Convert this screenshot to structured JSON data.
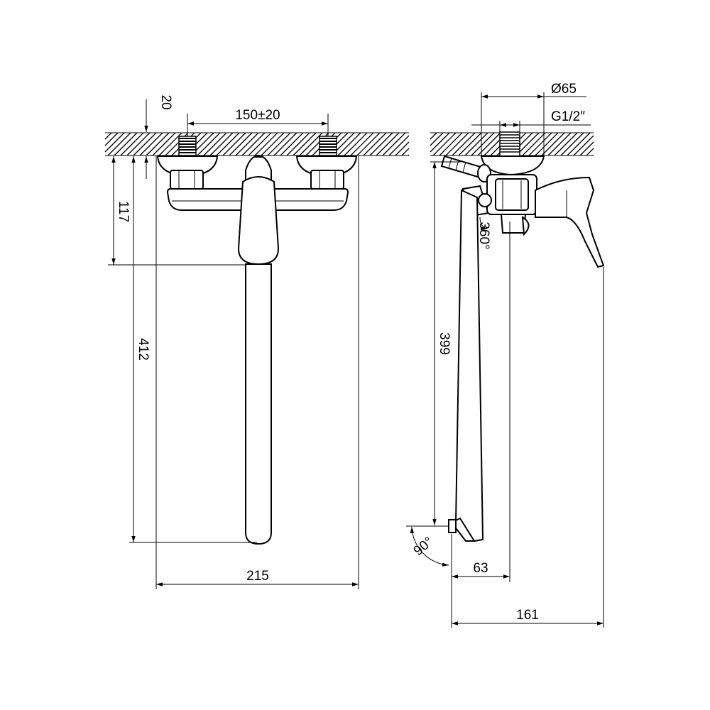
{
  "front_view": {
    "dims": {
      "wall_offset": "20",
      "inlet_spacing": "150±20",
      "handle_height": "117",
      "total_height": "412",
      "total_width": "215"
    }
  },
  "side_view": {
    "dims": {
      "flange_diameter": "Ø65",
      "thread": "G1/2″",
      "swivel": "360°",
      "spout_height": "399",
      "outlet_angle": "90°",
      "outlet_offset": "63",
      "projection": "161"
    }
  },
  "colors": {
    "line": "#000000",
    "background": "#ffffff"
  }
}
